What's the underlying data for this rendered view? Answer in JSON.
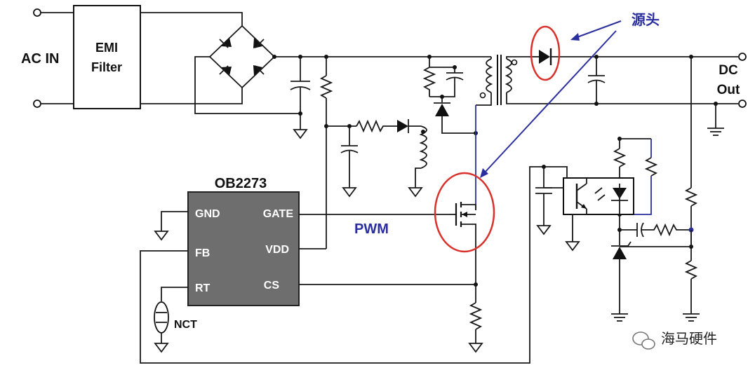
{
  "labels": {
    "ac_in": "AC IN",
    "emi_line1": "EMI",
    "emi_line2": "Filter",
    "dc_line1": "DC",
    "dc_line2": "Out",
    "ic_name": "OB2273",
    "pin_gnd": "GND",
    "pin_fb": "FB",
    "pin_rt": "RT",
    "pin_gate": "GATE",
    "pin_vdd": "VDD",
    "pin_cs": "CS",
    "ntc": "NCT",
    "pwm": "PWM",
    "source_note": "源头",
    "watermark_brand": "海马硬件"
  },
  "colors": {
    "wire": "#1a1a1a",
    "annotation_blue": "#2b2f9e",
    "highlight_red": "#d9322c",
    "ic_fill": "#6e6e6e"
  }
}
